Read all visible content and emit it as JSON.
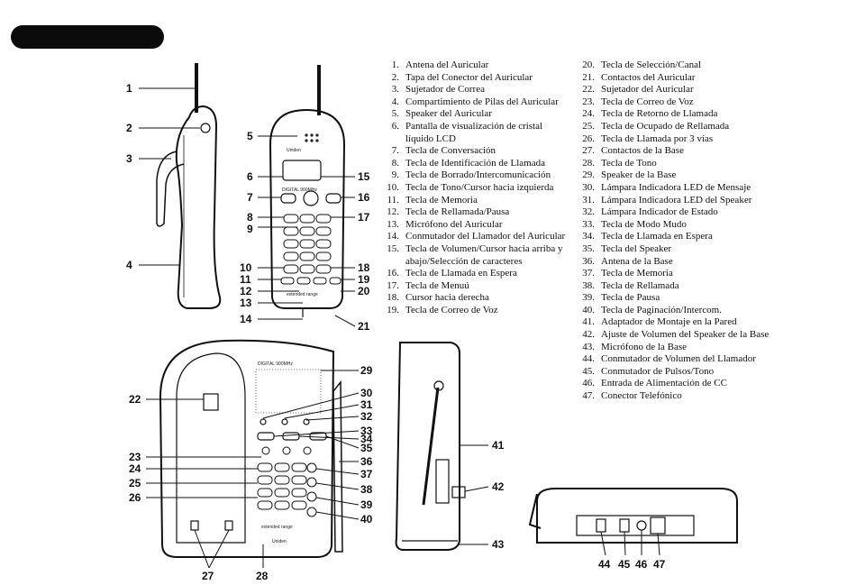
{
  "parts_list_left": [
    {
      "num": "1.",
      "text": "Antena del Auricular"
    },
    {
      "num": "2.",
      "text": "Tapa del Conector del Auricular"
    },
    {
      "num": "3.",
      "text": "Sujetador de Correa"
    },
    {
      "num": "4.",
      "text": "Compartimiento de Pilas del Auricular"
    },
    {
      "num": "5.",
      "text": "Speaker del Auricular"
    },
    {
      "num": "6.",
      "text": "Pantalla de visualización de cristal"
    },
    {
      "num": "",
      "text": "líquido LCD"
    },
    {
      "num": "7.",
      "text": "Tecla de Conversación"
    },
    {
      "num": "8.",
      "text": "Tecla de Identificación de Llamada"
    },
    {
      "num": "9.",
      "text": "Tecla de Borrado/Intercomunicación"
    },
    {
      "num": "10.",
      "text": "Tecla de Tono/Cursor hacia izquierda"
    },
    {
      "num": "11.",
      "text": "Tecla de Memoria"
    },
    {
      "num": "12.",
      "text": "Tecla de Rellamada/Pausa"
    },
    {
      "num": "13.",
      "text": "Micrófono del Auricular"
    },
    {
      "num": "14.",
      "text": "Conmutador del Llamador del Auricular"
    },
    {
      "num": "15.",
      "text": "Tecla de Volumen/Cursor hacia arriba y"
    },
    {
      "num": "",
      "text": "abajo/Selección de caracteres"
    },
    {
      "num": "16.",
      "text": "Tecla de Llamada en Espera"
    },
    {
      "num": "17.",
      "text": "Tecla de Menuú"
    },
    {
      "num": "18.",
      "text": "Cursor hacia derecha"
    },
    {
      "num": "19.",
      "text": "Tecla de Correo de Voz"
    }
  ],
  "parts_list_right": [
    {
      "num": "20.",
      "text": "Tecla de Selección/Canal"
    },
    {
      "num": "21.",
      "text": "Contactos del Auricular"
    },
    {
      "num": "22.",
      "text": "Sujetador del Auricular"
    },
    {
      "num": "23.",
      "text": "Tecla de Correo de Voz"
    },
    {
      "num": "24.",
      "text": "Tecla de Retorno de Llamada"
    },
    {
      "num": "25.",
      "text": "Tecla de Ocupado de Rellamada"
    },
    {
      "num": "26.",
      "text": "Tecla de Llamada por 3 vías"
    },
    {
      "num": "27.",
      "text": "Contactos de la Base"
    },
    {
      "num": "28.",
      "text": "Tecla de Tono"
    },
    {
      "num": "29.",
      "text": "Speaker de la Base"
    },
    {
      "num": "30.",
      "text": "Lámpara Indicadora LED de Mensaje"
    },
    {
      "num": "31.",
      "text": "Lámpara Indicadora LED del Speaker"
    },
    {
      "num": "32.",
      "text": "Lámpara Indicador de Estado"
    },
    {
      "num": "33.",
      "text": "Tecla de Modo Mudo"
    },
    {
      "num": "34.",
      "text": "Tecla de Llamada en Espera"
    },
    {
      "num": "35.",
      "text": "Tecla del Speaker"
    },
    {
      "num": "36.",
      "text": "Antena de la Base"
    },
    {
      "num": "37.",
      "text": "Tecla de Memoria"
    },
    {
      "num": "38.",
      "text": "Tecla de Rellamada"
    },
    {
      "num": "39.",
      "text": "Tecla de Pausa"
    },
    {
      "num": "40.",
      "text": "Tecla de Paginación/Intercom."
    },
    {
      "num": "41.",
      "text": "Adaptador de Montaje en la Pared"
    },
    {
      "num": "42.",
      "text": "Ajuste de Volumen del Speaker de la Base"
    },
    {
      "num": "43.",
      "text": "Micrófono de la Base"
    },
    {
      "num": "44.",
      "text": "Conmutador de Volumen del Llamador"
    },
    {
      "num": "45.",
      "text": "Conmutador de Pulsos/Tono"
    },
    {
      "num": "46.",
      "text": "Entrada de Alimentación de CC"
    },
    {
      "num": "47.",
      "text": "Conector Telefónico"
    }
  ],
  "callouts": {
    "c1": "1",
    "c2": "2",
    "c3": "3",
    "c4": "4",
    "c5": "5",
    "c6": "6",
    "c7": "7",
    "c8": "8",
    "c9": "9",
    "c10": "10",
    "c11": "11",
    "c12": "12",
    "c13": "13",
    "c14": "14",
    "c15": "15",
    "c16": "16",
    "c17": "17",
    "c18": "18",
    "c19": "19",
    "c20": "20",
    "c21": "21",
    "c22": "22",
    "c23": "23",
    "c24": "24",
    "c25": "25",
    "c26": "26",
    "c27": "27",
    "c28": "28",
    "c29": "29",
    "c30": "30",
    "c31": "31",
    "c32": "32",
    "c33": "33",
    "c34": "34",
    "c35": "35",
    "c36": "36",
    "c37": "37",
    "c38": "38",
    "c39": "39",
    "c40": "40",
    "c41": "41",
    "c42": "42",
    "c43": "43",
    "c44": "44",
    "c45": "45",
    "c46": "46",
    "c47": "47"
  },
  "device_labels": {
    "brand": "Uniden",
    "handset_model": "DIGITAL 900MHz",
    "base_model": "DIGITAL 900MHz",
    "range_text": "extended range"
  },
  "colors": {
    "ink": "#111111",
    "tab": "#0b0b0b"
  }
}
